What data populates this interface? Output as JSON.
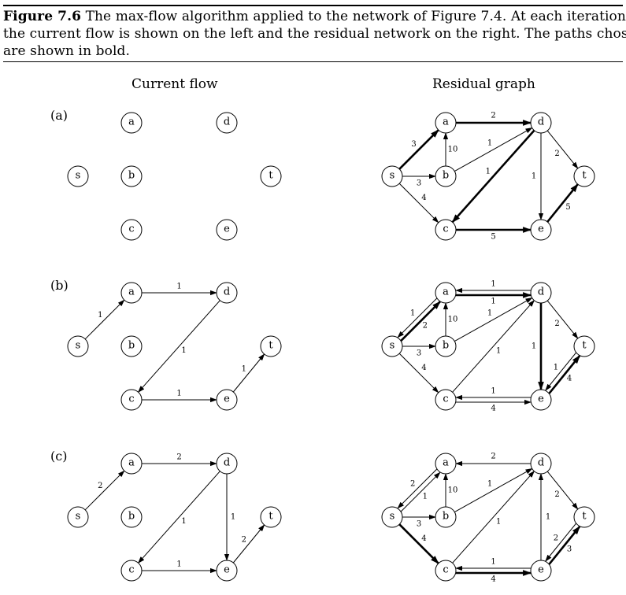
{
  "caption": {
    "figure_label": "Figure 7.6",
    "line1": "The max-flow algorithm applied to the network of Figure 7.4. At each iteration,",
    "line2": "the current flow is shown on the left and the residual network on the right. The paths chosen",
    "line3": "are shown in bold."
  },
  "columns": {
    "left_title": "Current flow",
    "right_title": "Residual graph"
  },
  "panels": [
    {
      "label": "(a)",
      "flow_edges": [],
      "residual_edges": [
        {
          "from": "s",
          "to": "a",
          "cap": "3",
          "bold": true
        },
        {
          "from": "s",
          "to": "b",
          "cap": "3",
          "bold": false
        },
        {
          "from": "s",
          "to": "c",
          "cap": "4",
          "bold": false
        },
        {
          "from": "b",
          "to": "a",
          "cap": "10",
          "bold": false
        },
        {
          "from": "a",
          "to": "d",
          "cap": "2",
          "bold": true
        },
        {
          "from": "b",
          "to": "d",
          "cap": "1",
          "bold": false
        },
        {
          "from": "d",
          "to": "c",
          "cap": "1",
          "bold": true
        },
        {
          "from": "d",
          "to": "e",
          "cap": "1",
          "bold": false
        },
        {
          "from": "d",
          "to": "t",
          "cap": "2",
          "bold": false
        },
        {
          "from": "c",
          "to": "e",
          "cap": "5",
          "bold": true
        },
        {
          "from": "e",
          "to": "t",
          "cap": "5",
          "bold": true
        }
      ]
    },
    {
      "label": "(b)",
      "flow_edges": [
        {
          "from": "s",
          "to": "a",
          "flow": "1"
        },
        {
          "from": "a",
          "to": "d",
          "flow": "1"
        },
        {
          "from": "d",
          "to": "c",
          "flow": "1"
        },
        {
          "from": "c",
          "to": "e",
          "flow": "1"
        },
        {
          "from": "e",
          "to": "t",
          "flow": "1"
        }
      ],
      "residual_edges": [
        {
          "from": "s",
          "to": "a",
          "cap": "2",
          "bold": true
        },
        {
          "from": "a",
          "to": "s",
          "cap": "1",
          "bold": false
        },
        {
          "from": "a",
          "to": "d",
          "cap": "1",
          "bold": true
        },
        {
          "from": "d",
          "to": "a",
          "cap": "1",
          "bold": false
        },
        {
          "from": "s",
          "to": "b",
          "cap": "3",
          "bold": false
        },
        {
          "from": "s",
          "to": "c",
          "cap": "4",
          "bold": false
        },
        {
          "from": "b",
          "to": "a",
          "cap": "10",
          "bold": false
        },
        {
          "from": "b",
          "to": "d",
          "cap": "1",
          "bold": false
        },
        {
          "from": "c",
          "to": "d",
          "cap": "1",
          "bold": false
        },
        {
          "from": "d",
          "to": "e",
          "cap": "1",
          "bold": true
        },
        {
          "from": "d",
          "to": "t",
          "cap": "2",
          "bold": false
        },
        {
          "from": "e",
          "to": "c",
          "cap": "1",
          "bold": false
        },
        {
          "from": "c",
          "to": "e",
          "cap": "4",
          "bold": false
        },
        {
          "from": "t",
          "to": "e",
          "cap": "1",
          "bold": false
        },
        {
          "from": "e",
          "to": "t",
          "cap": "4",
          "bold": true
        }
      ]
    },
    {
      "label": "(c)",
      "flow_edges": [
        {
          "from": "s",
          "to": "a",
          "flow": "2"
        },
        {
          "from": "a",
          "to": "d",
          "flow": "2"
        },
        {
          "from": "d",
          "to": "c",
          "flow": "1"
        },
        {
          "from": "d",
          "to": "e",
          "flow": "1"
        },
        {
          "from": "c",
          "to": "e",
          "flow": "1"
        },
        {
          "from": "e",
          "to": "t",
          "flow": "2"
        }
      ],
      "residual_edges": [
        {
          "from": "a",
          "to": "s",
          "cap": "2",
          "bold": false
        },
        {
          "from": "s",
          "to": "a",
          "cap": "1",
          "bold": false
        },
        {
          "from": "d",
          "to": "a",
          "cap": "2",
          "bold": false
        },
        {
          "from": "s",
          "to": "b",
          "cap": "3",
          "bold": false
        },
        {
          "from": "s",
          "to": "c",
          "cap": "4",
          "bold": true
        },
        {
          "from": "b",
          "to": "a",
          "cap": "10",
          "bold": false
        },
        {
          "from": "b",
          "to": "d",
          "cap": "1",
          "bold": false
        },
        {
          "from": "c",
          "to": "d",
          "cap": "1",
          "bold": false
        },
        {
          "from": "e",
          "to": "d",
          "cap": "1",
          "bold": false
        },
        {
          "from": "d",
          "to": "t",
          "cap": "2",
          "bold": false
        },
        {
          "from": "e",
          "to": "c",
          "cap": "1",
          "bold": false
        },
        {
          "from": "c",
          "to": "e",
          "cap": "4",
          "bold": true
        },
        {
          "from": "t",
          "to": "e",
          "cap": "2",
          "bold": false
        },
        {
          "from": "e",
          "to": "t",
          "cap": "3",
          "bold": true
        }
      ]
    }
  ],
  "node_names": [
    "s",
    "a",
    "b",
    "c",
    "d",
    "e",
    "t"
  ]
}
